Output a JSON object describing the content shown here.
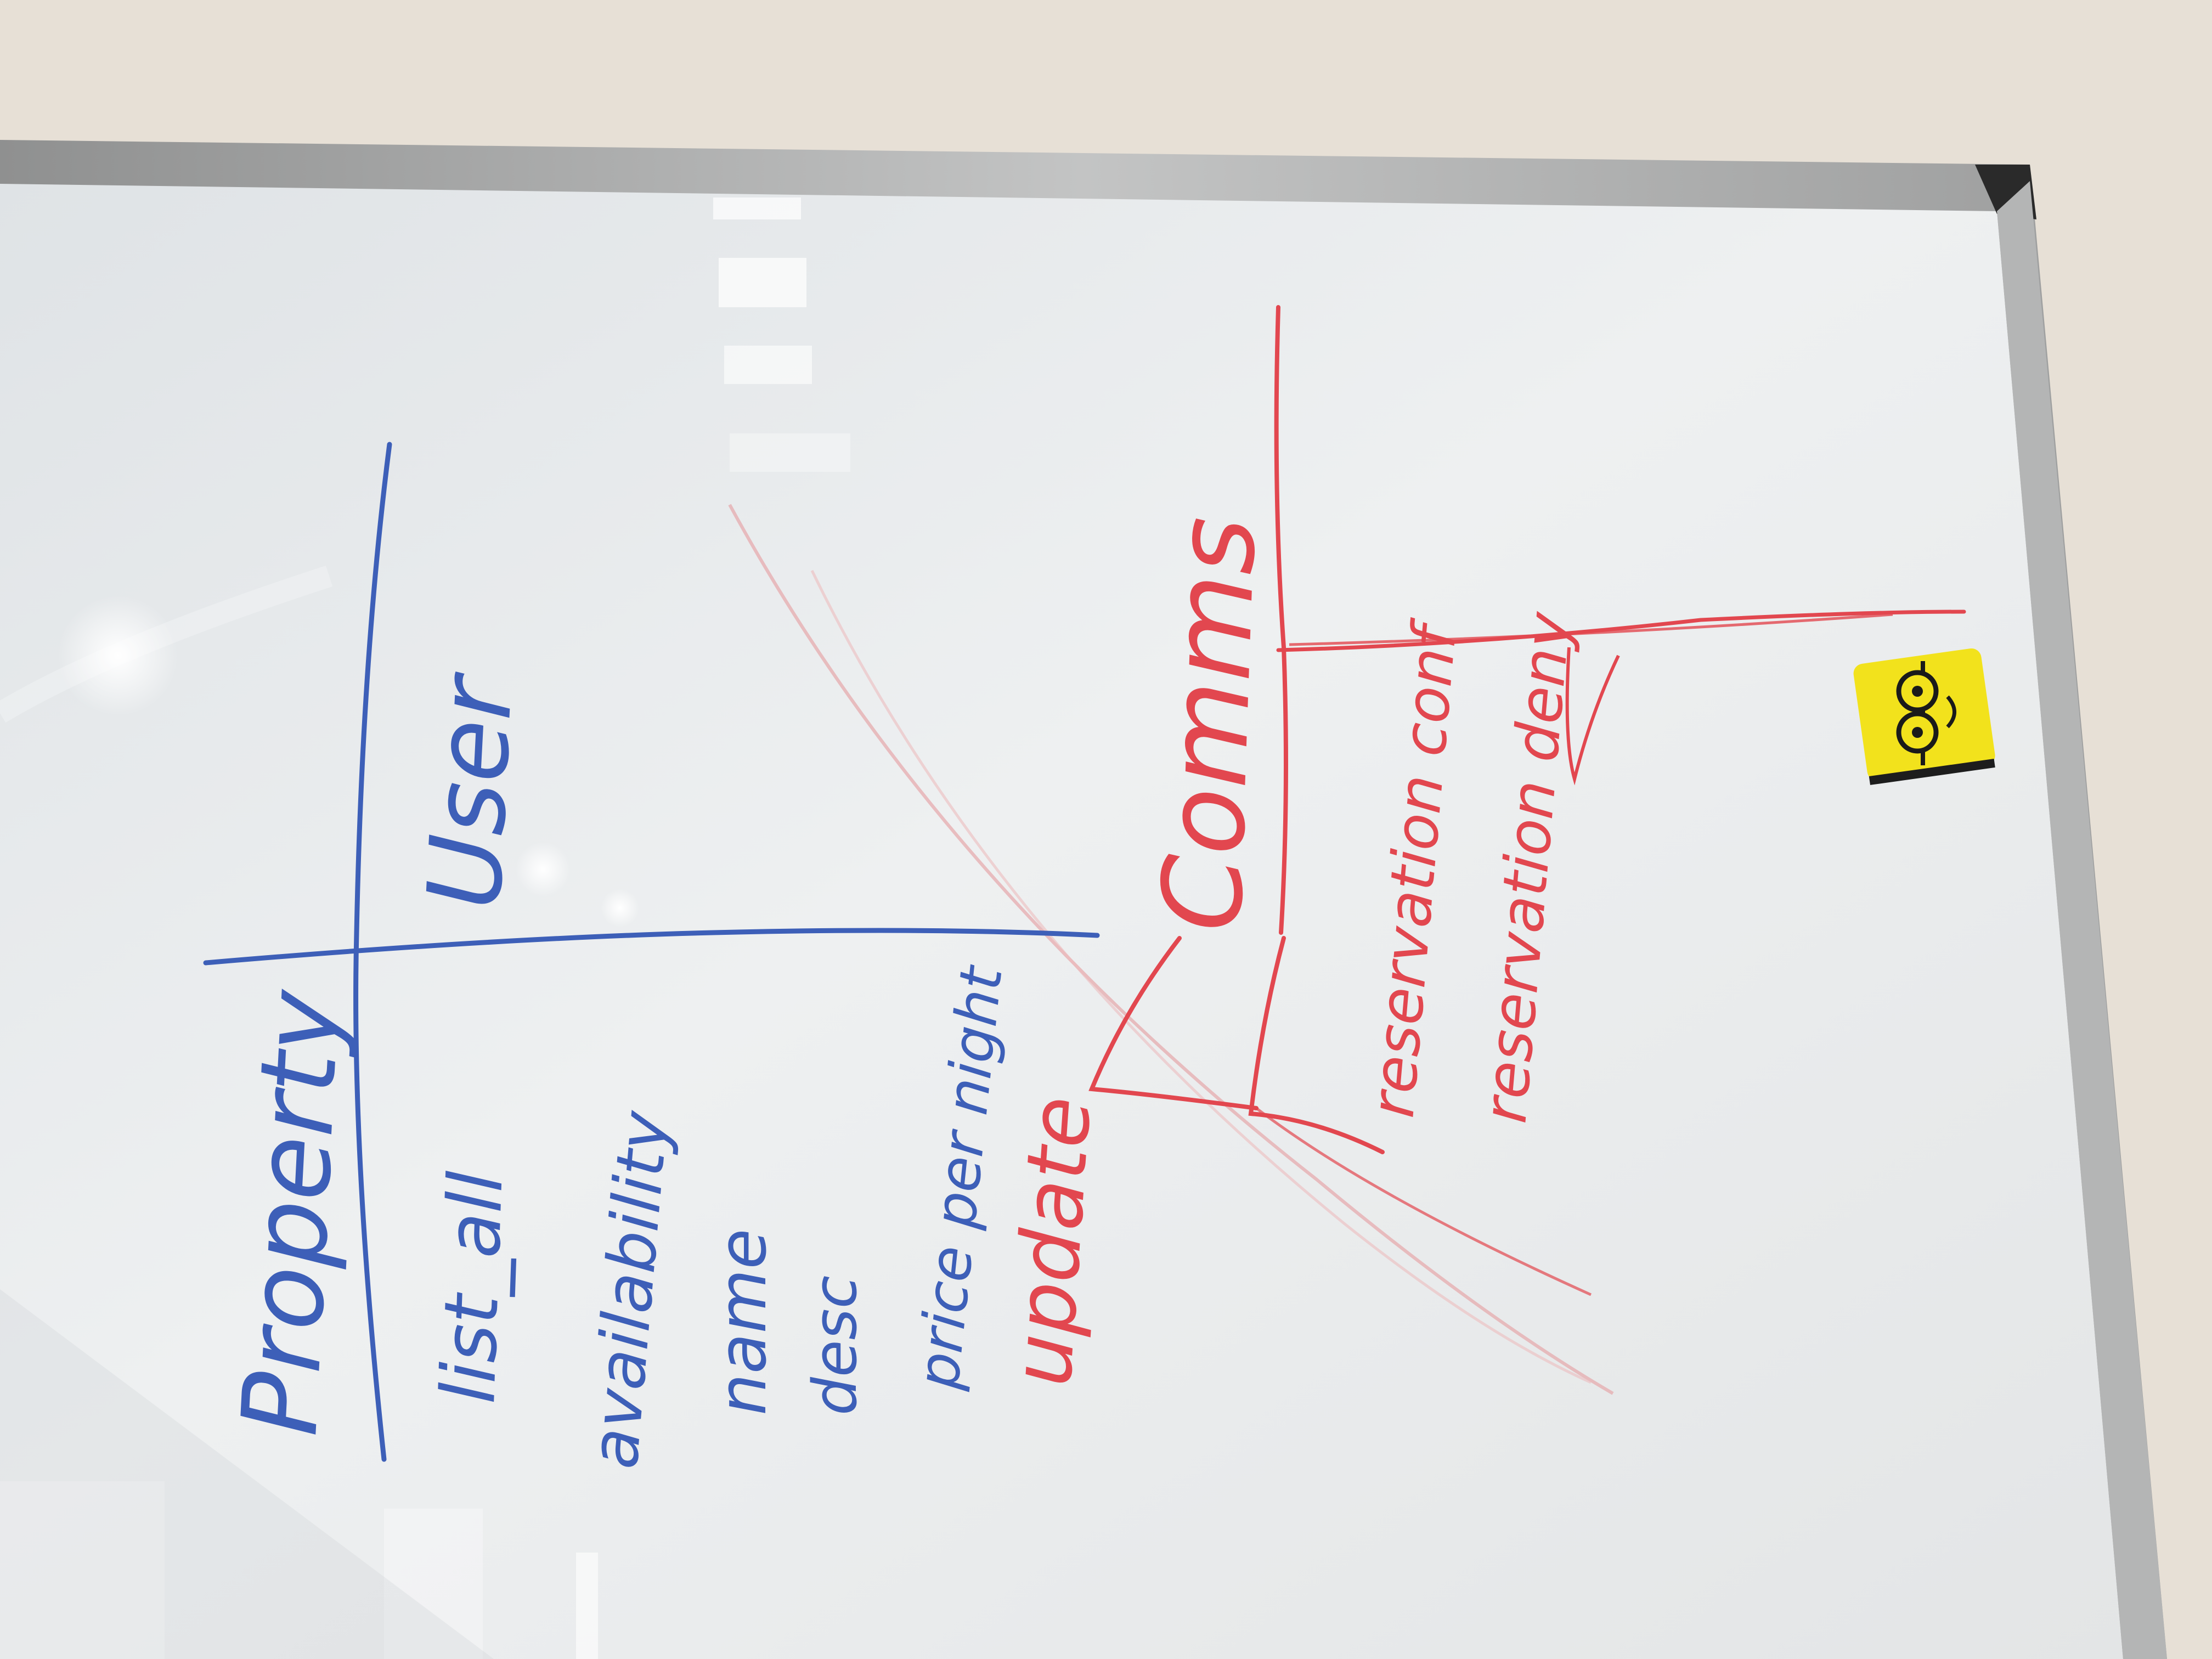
{
  "board": {
    "sections": [
      {
        "heading": "Property",
        "items": [
          "list_all",
          "availability",
          "name",
          "desc",
          "price per night"
        ]
      },
      {
        "heading": "User",
        "items": []
      },
      {
        "heading": "Comms",
        "items": [
          "reservation conf",
          "reservation deny"
        ]
      }
    ],
    "annotation": "update"
  },
  "colors": {
    "blue_marker": "#3d5fb8",
    "red_marker": "#e2474f",
    "board_surface": "#e9ecef",
    "frame": "#a8a9a9",
    "magnet": "#f2e21c"
  },
  "icons": [
    "magnet-glasses-face-icon"
  ]
}
